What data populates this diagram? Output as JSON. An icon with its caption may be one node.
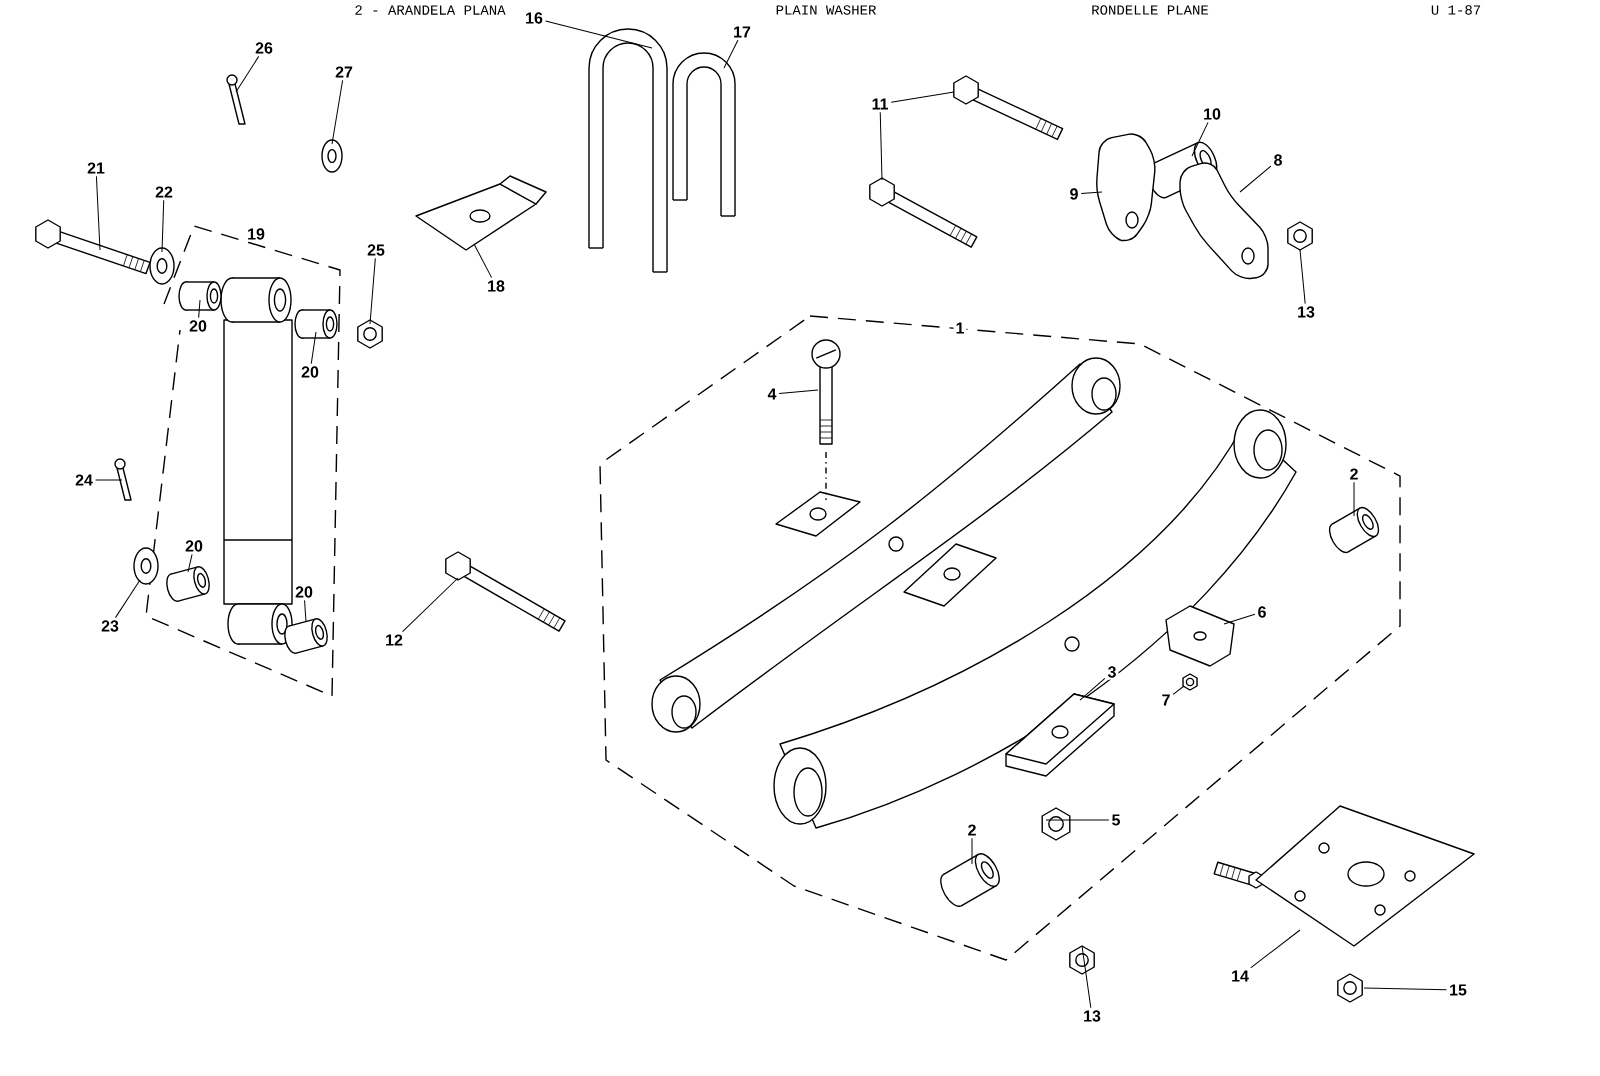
{
  "diagram": {
    "nodes": [
      {
        "text": [
          "26"
        ]
      },
      {
        "text": [],
        "shape": "picture"
      },
      {
        "text": [
          "27"
        ]
      },
      {
        "text": [],
        "shape": "picture"
      },
      {
        "text": [
          "21"
        ]
      },
      {
        "text": [],
        "shape": "picture"
      },
      {
        "text": [
          "22"
        ]
      },
      {
        "text": [],
        "shape": "picture"
      },
      {
        "text": [
          "20"
        ]
      },
      {
        "text": [],
        "shape": "picture"
      },
      {
        "text": [
          "25"
        ]
      },
      {
        "text": [],
        "shape": "picture"
      },
      {
        "text": [
          "20"
        ]
      },
      {
        "text": [],
        "shape": "picture"
      },
      {
        "text": [
          "18"
        ]
      },
      {
        "text": [],
        "shape": "picture"
      },
      {
        "text": [
          "16"
        ]
      },
      {
        "text": [],
        "shape": "picture"
      },
      {
        "text": [
          "17"
        ]
      },
      {
        "text": [],
        "shape": "picture"
      },
      {
        "text": [
          "11"
        ]
      },
      {
        "text": [],
        "shape": "picture"
      },
      {
        "text": [],
        "shape": "picture"
      },
      {
        "text": [
          "10"
        ]
      },
      {
        "text": [],
        "shape": "picture"
      },
      {
        "text": [
          "9"
        ]
      },
      {
        "text": [],
        "shape": "picture"
      },
      {
        "text": [
          "8"
        ]
      },
      {
        "text": [],
        "shape": "picture"
      },
      {
        "text": [
          "13"
        ]
      },
      {
        "text": [],
        "shape": "picture"
      },
      {
        "text": [
          "4"
        ]
      },
      {
        "text": [],
        "shape": "picture"
      },
      {
        "text": [
          "2"
        ]
      },
      {
        "text": [],
        "shape": "picture"
      },
      {
        "text": [
          "24"
        ]
      },
      {
        "text": [],
        "shape": "picture"
      },
      {
        "text": [
          "20"
        ]
      },
      {
        "text": [],
        "shape": "picture"
      },
      {
        "text": [
          "23"
        ]
      },
      {
        "text": [],
        "shape": "picture"
      },
      {
        "text": [
          "20"
        ]
      },
      {
        "text": [],
        "shape": "picture"
      },
      {
        "text": [
          "12"
        ]
      },
      {
        "text": [],
        "shape": "picture"
      },
      {
        "text": [
          "6"
        ]
      },
      {
        "text": [],
        "shape": "picture"
      },
      {
        "text": [
          "7"
        ]
      },
      {
        "text": [],
        "shape": "picture"
      },
      {
        "text": [
          "3"
        ]
      },
      {
        "text": [],
        "shape": "picture"
      },
      {
        "text": [
          "5"
        ]
      },
      {
        "text": [],
        "shape": "picture"
      },
      {
        "text": [
          "2"
        ]
      },
      {
        "text": [],
        "shape": "picture"
      },
      {
        "text": [
          "13"
        ]
      },
      {
        "text": [],
        "shape": "picture"
      },
      {
        "text": [
          "14"
        ]
      },
      {
        "text": [],
        "shape": "picture"
      },
      {
        "text": [
          "15"
        ]
      },
      {
        "text": [],
        "shape": "picture"
      }
    ],
    "edges": [
      {
        "from": 0,
        "to": 1,
        "arrow": "none"
      },
      {
        "from": 2,
        "to": 3,
        "arrow": "none"
      },
      {
        "from": 4,
        "to": 5,
        "arrow": "none"
      },
      {
        "from": 6,
        "to": 7,
        "arrow": "none"
      },
      {
        "from": 8,
        "to": 9,
        "arrow": "none"
      },
      {
        "from": 10,
        "to": 11,
        "arrow": "none"
      },
      {
        "from": 12,
        "to": 13,
        "arrow": "none"
      },
      {
        "from": 14,
        "to": 15,
        "arrow": "none"
      },
      {
        "from": 16,
        "to": 17,
        "arrow": "none"
      },
      {
        "from": 18,
        "to": 19,
        "arrow": "none"
      },
      {
        "from": 20,
        "to": 21,
        "arrow": "none"
      },
      {
        "from": 20,
        "to": 22,
        "arrow": "none"
      },
      {
        "from": 23,
        "to": 24,
        "arrow": "none"
      },
      {
        "from": 25,
        "to": 26,
        "arrow": "none"
      },
      {
        "from": 27,
        "to": 28,
        "arrow": "none"
      },
      {
        "from": 29,
        "to": 30,
        "arrow": "none"
      },
      {
        "from": 31,
        "to": 32,
        "arrow": "none"
      },
      {
        "from": 33,
        "to": 34,
        "arrow": "none"
      },
      {
        "from": 35,
        "to": 36,
        "arrow": "none"
      },
      {
        "from": 37,
        "to": 38,
        "arrow": "none"
      },
      {
        "from": 39,
        "to": 40,
        "arrow": "none"
      },
      {
        "from": 41,
        "to": 42,
        "arrow": "none"
      },
      {
        "from": 43,
        "to": 44,
        "arrow": "none"
      },
      {
        "from": 45,
        "to": 46,
        "arrow": "none"
      },
      {
        "from": 47,
        "to": 48,
        "arrow": "none"
      },
      {
        "from": 49,
        "to": 50,
        "arrow": "none"
      },
      {
        "from": 51,
        "to": 52,
        "arrow": "none"
      },
      {
        "from": 53,
        "to": 54,
        "arrow": "none"
      },
      {
        "from": 55,
        "to": 56,
        "arrow": "none"
      },
      {
        "from": 57,
        "to": 58,
        "arrow": "none"
      },
      {
        "from": 59,
        "to": 60,
        "arrow": "none"
      }
    ],
    "labels": [
      "2 - ARANDELA PLANA",
      "PLAIN WASHER",
      "RONDELLE PLANE",
      "U 1-87",
      "19",
      "1"
    ]
  }
}
